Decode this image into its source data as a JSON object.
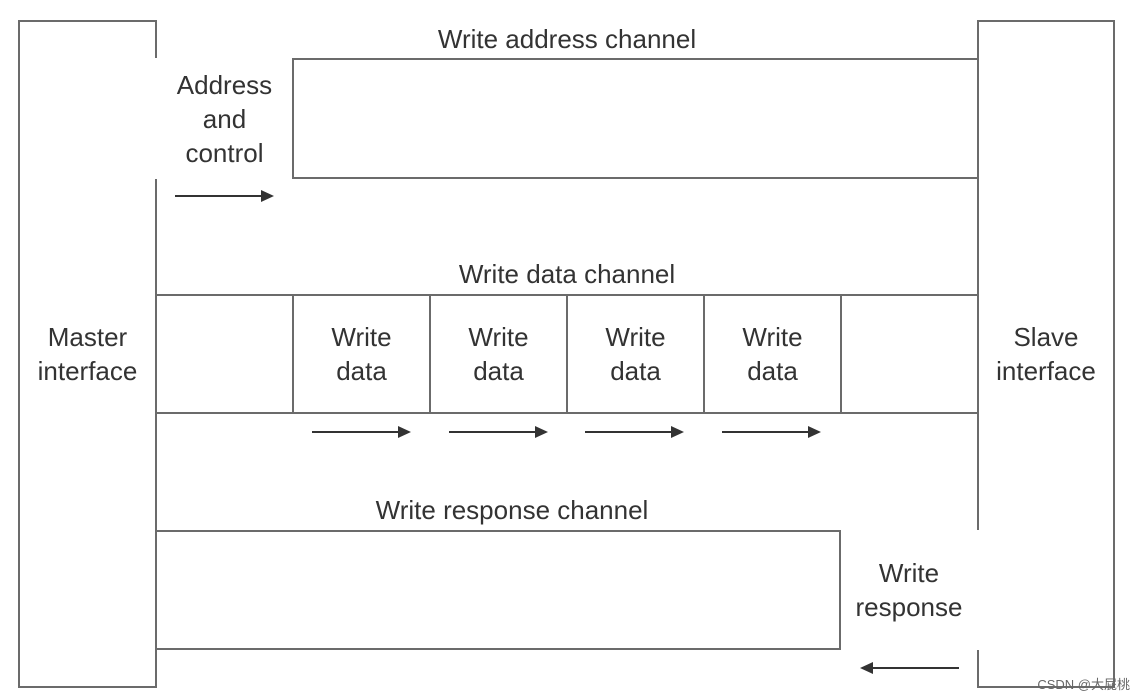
{
  "master": {
    "label": "Master\ninterface"
  },
  "slave": {
    "label": "Slave\ninterface"
  },
  "write_address_channel": {
    "title": "Write address channel",
    "packet": "Address\nand\ncontrol",
    "arrow_direction": "right"
  },
  "write_data_channel": {
    "title": "Write data channel",
    "packets": [
      "Write\ndata",
      "Write\ndata",
      "Write\ndata",
      "Write\ndata"
    ],
    "arrow_direction": "right"
  },
  "write_response_channel": {
    "title": "Write response channel",
    "packet": "Write\nresponse",
    "arrow_direction": "left"
  },
  "watermark": "CSDN @大屁桃",
  "colors": {
    "line": "#6b6b6b",
    "text": "#333333"
  }
}
